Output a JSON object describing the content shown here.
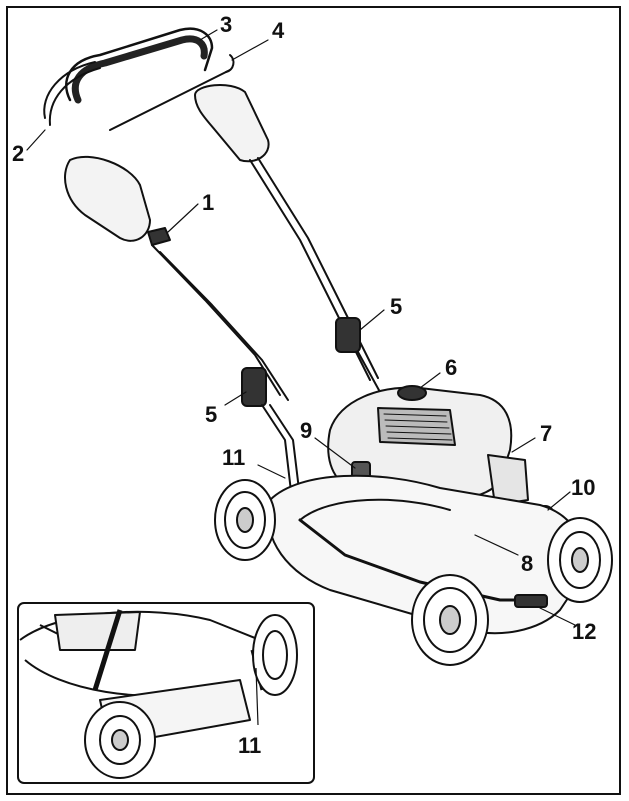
{
  "callouts": {
    "c1": "1",
    "c2": "2",
    "c3": "3",
    "c4": "4",
    "c5a": "5",
    "c5b": "5",
    "c6": "6",
    "c7": "7",
    "c8": "8",
    "c9": "9",
    "c10": "10",
    "c11a": "11",
    "c11b": "11",
    "c12": "12"
  }
}
